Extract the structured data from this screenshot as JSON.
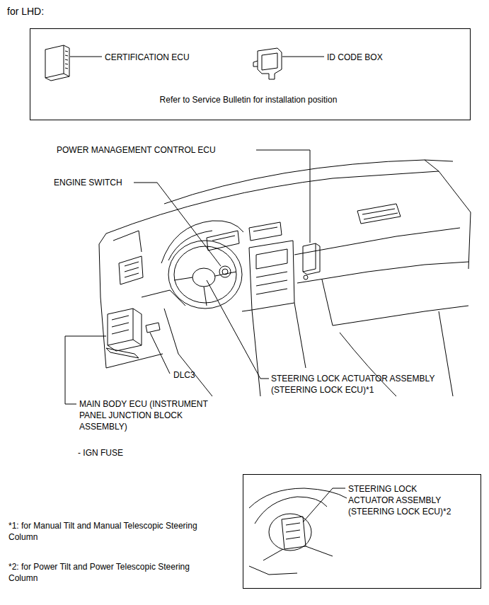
{
  "diagram": {
    "nodes": [
      {
        "text": [
          "CERTIFICATION ECU",
          "ID CODE BOX",
          "Refer to Service Bulletin for installation position"
        ]
      },
      {
        "text": [
          "STEERING LOCK ACTUATOR ASSEMBLY (STEERING LOCK ECU)*2"
        ]
      }
    ],
    "labels": [
      "for LHD:",
      "POWER MANAGEMENT CONTROL ECU",
      "ENGINE SWITCH",
      "DLC3",
      "STEERING LOCK ACTUATOR ASSEMBLY (STEERING LOCK ECU)*1",
      "MAIN BODY ECU (INSTRUMENT PANEL JUNCTION BLOCK ASSEMBLY)",
      "- IGN FUSE",
      "*1: for Manual Tilt and Manual Telescopic Steering Column",
      "*2: for Power Tilt and Power Telescopic Steering Column"
    ]
  }
}
